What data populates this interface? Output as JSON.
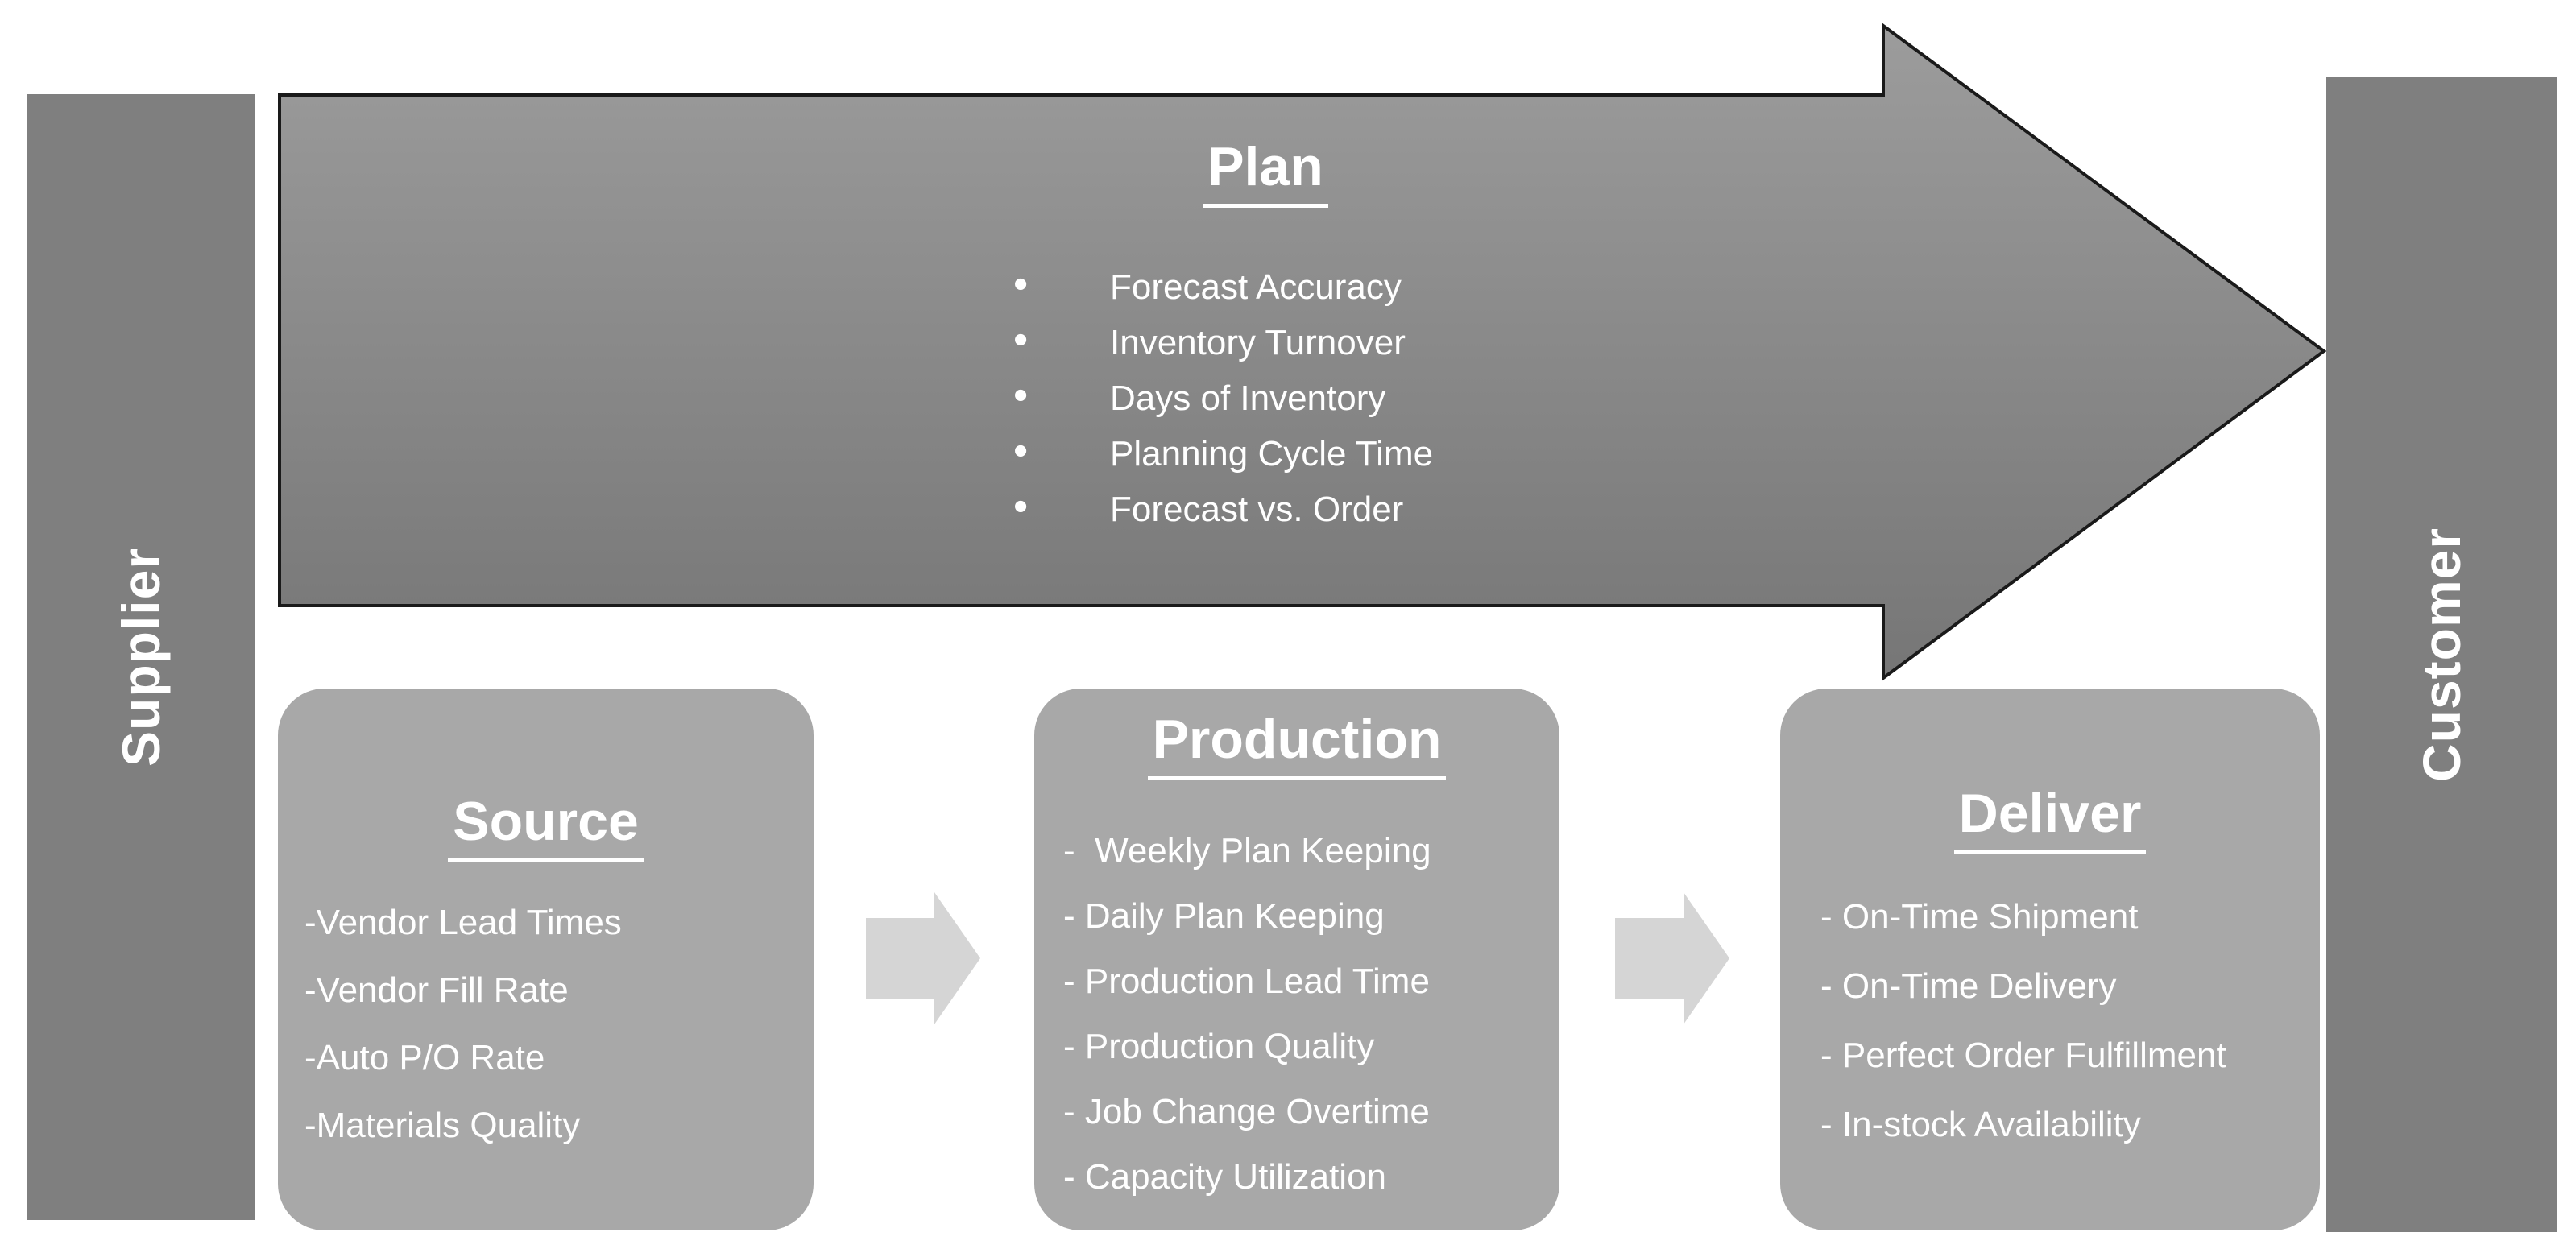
{
  "diagram": {
    "supplier_label": "Supplier",
    "customer_label": "Customer",
    "plan": {
      "title": "Plan",
      "items": [
        "Forecast Accuracy",
        "Inventory Turnover",
        "Days of Inventory",
        "Planning Cycle Time",
        "Forecast vs. Order"
      ]
    },
    "source": {
      "title": "Source",
      "items": [
        "-Vendor Lead Times",
        "-Vendor Fill Rate",
        "-Auto P/O Rate",
        "-Materials Quality"
      ]
    },
    "production": {
      "title": "Production",
      "items": [
        "-  Weekly Plan Keeping",
        "- Daily Plan Keeping",
        "- Production Lead Time",
        "- Production Quality",
        "- Job Change Overtime",
        "- Capacity Utilization"
      ]
    },
    "deliver": {
      "title": "Deliver",
      "items": [
        "- On-Time Shipment",
        "- On-Time Delivery",
        "- Perfect Order Fulfillment",
        "- In-stock Availability"
      ]
    },
    "colors": {
      "bar": "#7f7f7f",
      "box": "#a8a8a8",
      "small_arrow": "#d5d5d5",
      "arrow_top": "#9c9c9c",
      "arrow_bottom": "#767676",
      "outline": "#1a1a1a",
      "text": "#ffffff"
    }
  }
}
